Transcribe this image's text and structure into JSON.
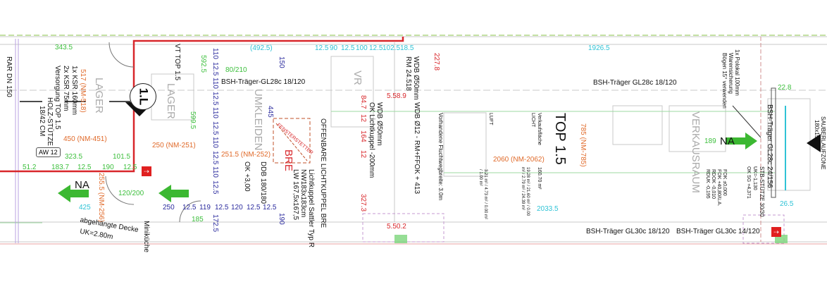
{
  "colors": {
    "wall_red": "#d8262a",
    "exit_green": "#3cb832",
    "dim_blue": "#2b2b9e",
    "dim_cyan": "#2fc3d6",
    "area_orange": "#e06a2a",
    "grid_grey": "#bbbbbb"
  },
  "unit": {
    "name": "TOP 1.5"
  },
  "beams": {
    "b1": "BSH-Träger-GL28c 18/120",
    "b2": "BSH-Träger GL28c 18/120",
    "b3": "BSH-Träger GL30c 18/120",
    "b4": "BSH-Träger GL30c 14/120",
    "b5": "BSH-Träger GL28c 24/156"
  },
  "exits": {
    "na1": "NA",
    "na2": "NA"
  },
  "section_marker": "1.L",
  "areas": {
    "a1": "450 (NM-451)",
    "a2": "517 (NM-518)",
    "a3": "250 (NM-251)",
    "a4": "251.5 (NM-252)",
    "a5": "2060 (NM-2062)",
    "a6": "785 (NM-785)",
    "a7": "255.5 (NM-256)"
  },
  "rooms": {
    "lager1": "LAGER",
    "lager2": "LAGER",
    "umkleiden": "UMKLEIDEN",
    "verkaufsraum": "VERKAUSRAUM",
    "miniküche": "Miniküche",
    "vr": "VR"
  },
  "notes": {
    "versorgung": "Versorgung TOP 1.5",
    "ksr": "1x KSR 160mm",
    "ksr2": "2x KSR 75mm",
    "holzstuetze": "HOLZ-STÜTZE",
    "holzstuetze2": "18/42 CM",
    "rar": "RAR DN 150",
    "aw": "AW 12",
    "vt": "VT TOP 1.5",
    "ok": "OK +3,00",
    "ddb": "DDB 180/180",
    "decke": "abgehängte Decke",
    "decke2": "UK=2.80m",
    "lichtkuppel_open": "OFFENBARE LICHTKUPPEL BRE",
    "lichtkuppel1": "Lichtkuppel Sattler Typ R",
    "lichtkuppel2": "NW183x183cm",
    "lichtkuppel3": "LW 167,5x167,5",
    "bre": "BRE",
    "fensterstetter": "FENSTERSTETTER",
    "wdb1": "WDB Ø50mm",
    "wdb1b": "RM 24.518",
    "wdb2": "WDB Ø50mm",
    "wdb2b": "OK Lichtkuppel -200mm",
    "wdb3": "WDB Ø12 - RM+FFOK + 413",
    "flucht": "Vorhandene Fluchtwegbreite: 3.0m",
    "poloka1": "1x Polokal 100mm",
    "poloka2": "Warensicherung",
    "poloka3": "Bögen 15° verwenden",
    "sauber": "SAUBERLAUFZONE",
    "sauber2": "180x150",
    "stb": "STB-STÜTZE 30/30",
    "stb2": "UK=-1,130",
    "stb3": "OK SG +4,371",
    "fok1": "FOK ±0,000",
    "fok2": "FOK +40,80/ü.A.",
    "fok3": "RDOK -0,010",
    "fok4": "RDUK -0,195",
    "verkauf": "Verkaufsfläche",
    "verkauf_val": "160.70 m²",
    "licht": "LICHT",
    "luft": "LUFT",
    "licht_vals": "19.28 m² / 21.60 m² / 0.00 m² / 2.79 m² / 24.39 m²",
    "luft_vals": "3.21 m² / 4.73 m² / 0.00 m² / 1.00 m²"
  },
  "levels": {
    "l1": "5.58.9",
    "l2": "5.50.2"
  },
  "dims_blue_vertical": [
    "110",
    "12.5",
    "110",
    "12.5",
    "110",
    "12.5",
    "110",
    "12.5",
    "110",
    "12.5"
  ],
  "dims_blue_bottom": [
    "250",
    "12.5",
    "119",
    "12.5",
    "120",
    "12.5",
    "172.5"
  ],
  "dims_cyan_top": [
    "12.5",
    "90",
    "12.5",
    "100",
    "12.5",
    "102.5",
    "18.5"
  ],
  "dims_misc": {
    "d1": "343.5",
    "d2": "323.5",
    "d3": "51.2",
    "d4": "183.7",
    "d5": "12.5",
    "d6": "190",
    "d7": "12.5",
    "d8": "101.5",
    "d9": "227.8",
    "d10": "84.7",
    "d11": "12",
    "d12": "164",
    "d13": "12",
    "d14": "327.3",
    "d15": "2033.5",
    "d16": "1926.5",
    "d17": "(492.5)",
    "d18": "150",
    "d19": "599.5",
    "d20": "592.5",
    "d21": "189",
    "d22": "22.8",
    "d23": "26.5",
    "d24": "445",
    "d25": "190",
    "d26": "12.5",
    "d27": "425",
    "d28": "120/200",
    "d29": "80/210",
    "d30": "185"
  }
}
